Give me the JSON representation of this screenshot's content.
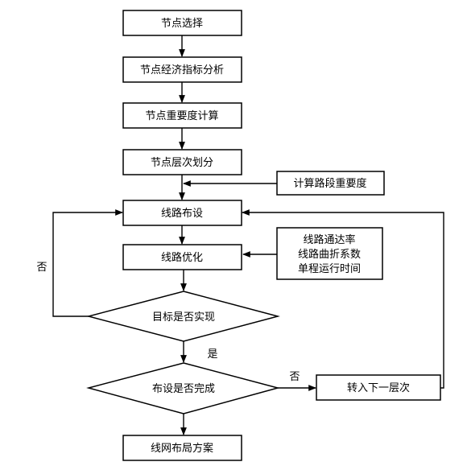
{
  "nodes": {
    "node_select": "节点选择",
    "node_econ": "节点经济指标分析",
    "node_importance": "节点重要度计算",
    "node_hierarchy": "节点层次划分",
    "calc_segment": "计算路段重要度",
    "route_layout": "线路布设",
    "route_optimize": "线路优化",
    "metrics": [
      "线路通达率",
      "线路曲折系数",
      "单程运行时间"
    ],
    "goal_decision": "目标是否实现",
    "layout_decision": "布设是否完成",
    "next_level": "转入下一层次",
    "final_plan": "线网布局方案"
  },
  "labels": {
    "no_left": "否",
    "yes": "是",
    "no_right": "否"
  }
}
